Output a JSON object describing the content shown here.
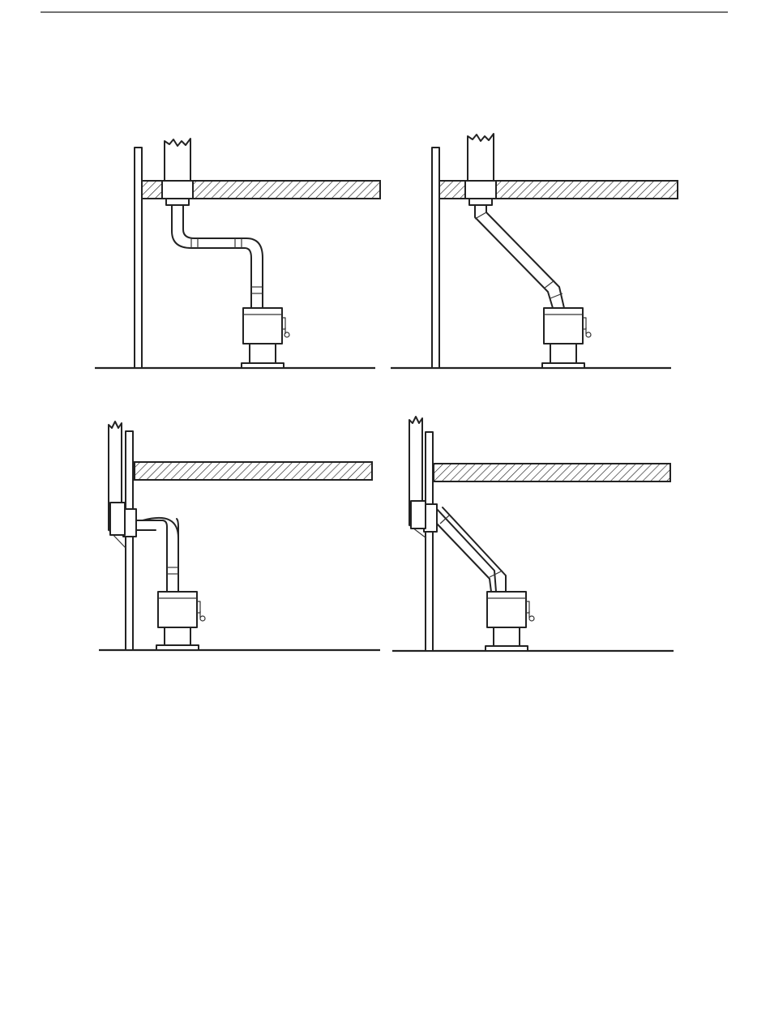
{
  "document": {
    "has_header_rule": true,
    "colors": {
      "ink": "#222222",
      "background": "#ffffff"
    }
  },
  "diagrams": [
    {
      "id": "ceiling-offset-elbows",
      "chimney": "through-ceiling",
      "connector": "two-90-degree-elbows",
      "position": "top-left"
    },
    {
      "id": "ceiling-angled",
      "chimney": "through-ceiling",
      "connector": "angled-straight-run",
      "position": "top-right"
    },
    {
      "id": "wall-elbow",
      "chimney": "exterior-wall",
      "connector": "90-degree-elbow",
      "position": "bottom-left"
    },
    {
      "id": "wall-angled",
      "chimney": "exterior-wall",
      "connector": "angled-straight-run",
      "position": "bottom-right"
    }
  ]
}
